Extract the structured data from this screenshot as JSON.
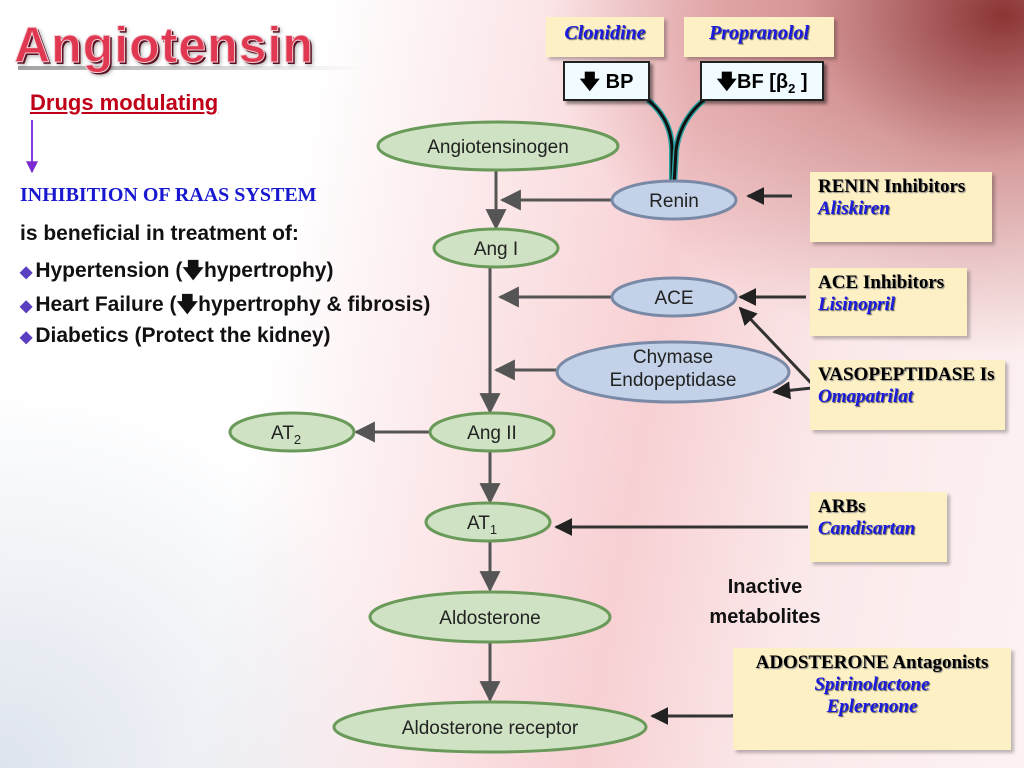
{
  "title": "Angiotensin",
  "subtitle": "Drugs modulating",
  "intro": {
    "heading": "INHIBITION OF RAAS SYSTEM",
    "text": "is beneficial in treatment of:",
    "bullets": [
      {
        "pre": "Hypertension (",
        "arrow": "🡇",
        "post": "hypertrophy)"
      },
      {
        "pre": "Heart Failure (",
        "arrow": "🡇",
        "post": "hypertrophy & fibrosis)"
      },
      {
        "pre": "Diabetics (Protect the kidney)",
        "arrow": "",
        "post": ""
      }
    ]
  },
  "top_drugs": {
    "clonidine": {
      "name": "Clonidine",
      "effect": "🡇 BP"
    },
    "propranolol": {
      "name": "Propranolol",
      "effect_pre": "🡇BF [β",
      "effect_sub": "2",
      "effect_post": " ]"
    }
  },
  "nodes": {
    "angiotensinogen": "Angiotensinogen",
    "renin": "Renin",
    "ang1": "Ang I",
    "ace": "ACE",
    "chymase_line1": "Chymase",
    "chymase_line2": "Endopeptidase",
    "ang2": "Ang II",
    "at2": "AT",
    "at2_sub": "2",
    "at1": "AT",
    "at1_sub": "1",
    "aldosterone": "Aldosterone",
    "aldosterone_receptor": "Aldosterone receptor"
  },
  "drug_boxes": {
    "renin": {
      "class": "RENIN Inhibitors",
      "drug": "Aliskiren"
    },
    "ace": {
      "class": "ACE Inhibitors",
      "drug": "Lisinopril"
    },
    "vaso": {
      "class": "VASOPEPTIDASE Is",
      "drug": "Omapatrilat"
    },
    "arbs": {
      "class": "ARBs",
      "drug": "Candisartan"
    },
    "aldo": {
      "class": "ADOSTERONE Antagonists",
      "drug1": "Spirinolactone",
      "drug2": "Eplerenone"
    }
  },
  "inactive_metabolites": {
    "line1": "Inactive",
    "line2": "metabolites"
  },
  "colors": {
    "node_fill": "#cfe3c4",
    "node_stroke": "#6a9a5a",
    "enzyme_fill": "#c3d2e8",
    "title": "#e03850",
    "drug_text": "#1a1ae0",
    "box_fill": "#fdf0c4"
  }
}
